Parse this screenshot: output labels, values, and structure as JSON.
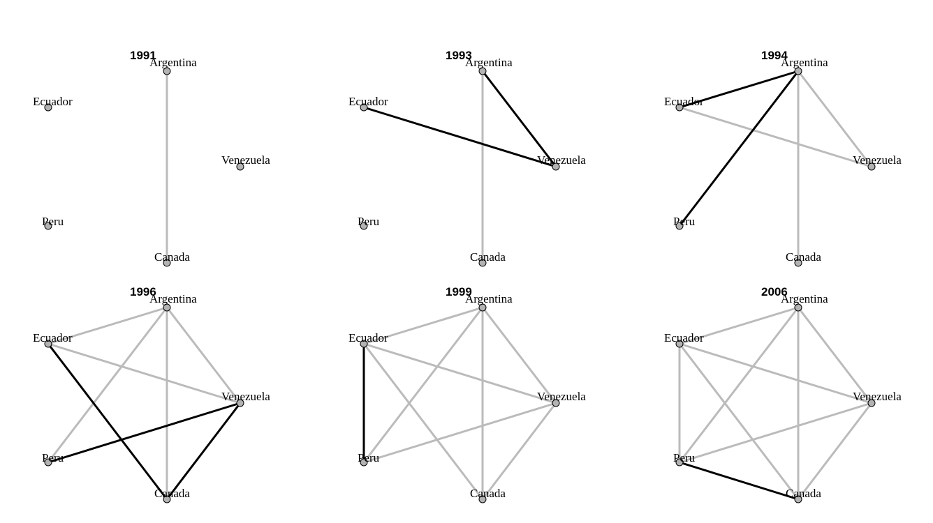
{
  "chart_data": {
    "type": "network",
    "nodes": [
      "Argentina",
      "Ecuador",
      "Venezuela",
      "Peru",
      "Canada"
    ],
    "colors": {
      "node_fill": "#b3b3b3",
      "new_edge": "#000000",
      "existing_edge": "#bbbbbb"
    },
    "panels": [
      {
        "title": "1991",
        "edges": [
          {
            "source": "Argentina",
            "target": "Canada",
            "status": "existing"
          }
        ]
      },
      {
        "title": "1993",
        "edges": [
          {
            "source": "Argentina",
            "target": "Canada",
            "status": "existing"
          },
          {
            "source": "Argentina",
            "target": "Venezuela",
            "status": "new"
          },
          {
            "source": "Ecuador",
            "target": "Venezuela",
            "status": "new"
          }
        ]
      },
      {
        "title": "1994",
        "edges": [
          {
            "source": "Argentina",
            "target": "Canada",
            "status": "existing"
          },
          {
            "source": "Argentina",
            "target": "Venezuela",
            "status": "existing"
          },
          {
            "source": "Ecuador",
            "target": "Venezuela",
            "status": "existing"
          },
          {
            "source": "Argentina",
            "target": "Ecuador",
            "status": "new"
          },
          {
            "source": "Argentina",
            "target": "Peru",
            "status": "new"
          }
        ]
      },
      {
        "title": "1996",
        "edges": [
          {
            "source": "Argentina",
            "target": "Canada",
            "status": "existing"
          },
          {
            "source": "Argentina",
            "target": "Venezuela",
            "status": "existing"
          },
          {
            "source": "Ecuador",
            "target": "Venezuela",
            "status": "existing"
          },
          {
            "source": "Argentina",
            "target": "Ecuador",
            "status": "existing"
          },
          {
            "source": "Argentina",
            "target": "Peru",
            "status": "existing"
          },
          {
            "source": "Ecuador",
            "target": "Canada",
            "status": "new"
          },
          {
            "source": "Peru",
            "target": "Venezuela",
            "status": "new"
          },
          {
            "source": "Venezuela",
            "target": "Canada",
            "status": "new"
          }
        ]
      },
      {
        "title": "1999",
        "edges": [
          {
            "source": "Argentina",
            "target": "Canada",
            "status": "existing"
          },
          {
            "source": "Argentina",
            "target": "Venezuela",
            "status": "existing"
          },
          {
            "source": "Ecuador",
            "target": "Venezuela",
            "status": "existing"
          },
          {
            "source": "Argentina",
            "target": "Ecuador",
            "status": "existing"
          },
          {
            "source": "Argentina",
            "target": "Peru",
            "status": "existing"
          },
          {
            "source": "Ecuador",
            "target": "Canada",
            "status": "existing"
          },
          {
            "source": "Peru",
            "target": "Venezuela",
            "status": "existing"
          },
          {
            "source": "Venezuela",
            "target": "Canada",
            "status": "existing"
          },
          {
            "source": "Ecuador",
            "target": "Peru",
            "status": "new"
          }
        ]
      },
      {
        "title": "2006",
        "edges": [
          {
            "source": "Argentina",
            "target": "Canada",
            "status": "existing"
          },
          {
            "source": "Argentina",
            "target": "Venezuela",
            "status": "existing"
          },
          {
            "source": "Ecuador",
            "target": "Venezuela",
            "status": "existing"
          },
          {
            "source": "Argentina",
            "target": "Ecuador",
            "status": "existing"
          },
          {
            "source": "Argentina",
            "target": "Peru",
            "status": "existing"
          },
          {
            "source": "Ecuador",
            "target": "Canada",
            "status": "existing"
          },
          {
            "source": "Peru",
            "target": "Venezuela",
            "status": "existing"
          },
          {
            "source": "Venezuela",
            "target": "Canada",
            "status": "existing"
          },
          {
            "source": "Ecuador",
            "target": "Peru",
            "status": "existing"
          },
          {
            "source": "Peru",
            "target": "Canada",
            "status": "new"
          }
        ]
      }
    ]
  }
}
